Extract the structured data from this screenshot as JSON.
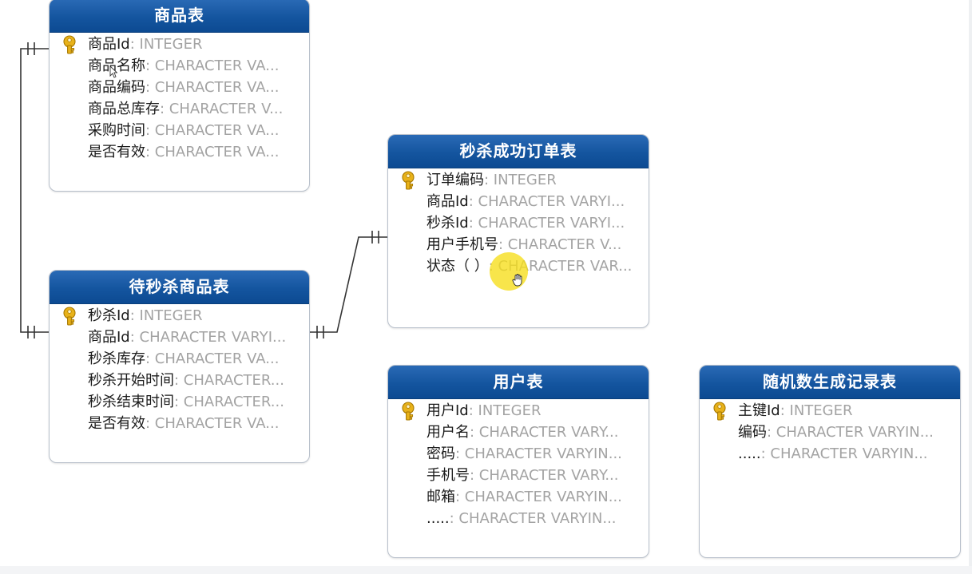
{
  "tables": {
    "product": {
      "title": "商品表",
      "fields": [
        {
          "name": "商品Id",
          "type": ": INTEGER",
          "pk": true
        },
        {
          "name": "商品名称",
          "type": ": CHARACTER VA...",
          "pk": false
        },
        {
          "name": "商品编码",
          "type": ": CHARACTER VA...",
          "pk": false
        },
        {
          "name": "商品总库存",
          "type": ": CHARACTER V...",
          "pk": false
        },
        {
          "name": "采购时间",
          "type": ": CHARACTER VA...",
          "pk": false
        },
        {
          "name": "是否有效",
          "type": ": CHARACTER VA...",
          "pk": false
        }
      ]
    },
    "flash_product": {
      "title": "待秒杀商品表",
      "fields": [
        {
          "name": "秒杀Id",
          "type": ": INTEGER",
          "pk": true
        },
        {
          "name": "商品Id",
          "type": ": CHARACTER VARYI...",
          "pk": false
        },
        {
          "name": "秒杀库存",
          "type": ": CHARACTER VA...",
          "pk": false
        },
        {
          "name": "秒杀开始时间",
          "type": ": CHARACTER...",
          "pk": false
        },
        {
          "name": "秒杀结束时间",
          "type": ": CHARACTER...",
          "pk": false
        },
        {
          "name": "是否有效",
          "type": ": CHARACTER VA...",
          "pk": false
        }
      ]
    },
    "order": {
      "title": "秒杀成功订单表",
      "fields": [
        {
          "name": "订单编码",
          "type": ": INTEGER",
          "pk": true
        },
        {
          "name": "商品Id",
          "type": ": CHARACTER VARYI...",
          "pk": false
        },
        {
          "name": "秒杀Id",
          "type": ": CHARACTER VARYI...",
          "pk": false
        },
        {
          "name": "用户手机号",
          "type": ": CHARACTER V...",
          "pk": false
        },
        {
          "name": "状态（ ）",
          "type": ": CHARACTER VAR...",
          "pk": false
        }
      ]
    },
    "user": {
      "title": "用户表",
      "fields": [
        {
          "name": "用户Id",
          "type": ": INTEGER",
          "pk": true
        },
        {
          "name": "用户名",
          "type": ": CHARACTER VARY...",
          "pk": false
        },
        {
          "name": "密码",
          "type": ": CHARACTER VARYIN...",
          "pk": false
        },
        {
          "name": "手机号",
          "type": ": CHARACTER VARY...",
          "pk": false
        },
        {
          "name": "邮箱",
          "type": ": CHARACTER VARYIN...",
          "pk": false
        },
        {
          "name": ".....",
          "type": ": CHARACTER VARYIN...",
          "pk": false
        }
      ]
    },
    "random_log": {
      "title": "随机数生成记录表",
      "fields": [
        {
          "name": "主键Id",
          "type": ": INTEGER",
          "pk": true
        },
        {
          "name": "编码",
          "type": ": CHARACTER VARYIN...",
          "pk": false
        },
        {
          "name": ".....",
          "type": ": CHARACTER VARYIN...",
          "pk": false
        }
      ]
    }
  },
  "colors": {
    "header": "#14559f",
    "field_name": "#1b1b1b",
    "field_type": "#a3a3a3",
    "key_icon": "#e8b21a",
    "click_highlight": "#f6de18",
    "connector": "#333333"
  },
  "icons": {
    "primary_key": "key-icon",
    "cursor": "hand-cursor-icon"
  }
}
